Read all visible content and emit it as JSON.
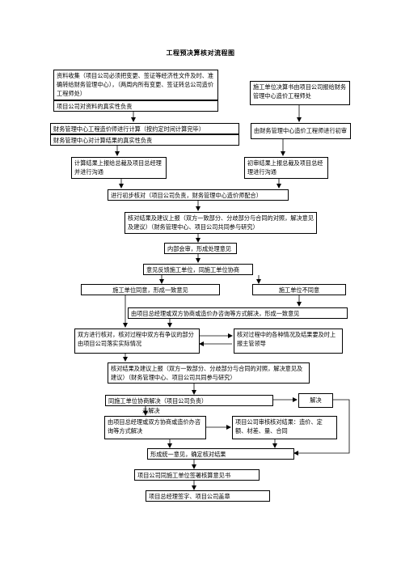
{
  "title": "工程预决算核对流程图",
  "nodes": {
    "collect_materials": "资料收集（项目公司必须把变更、签证等经济性文件及时、准确转给财务管理中心），（两周内所有变更、签证转总公司造价工程师处）",
    "project_authenticity": "项目公司对资料的真实性负责",
    "contractor_submit": "施工单位决算书由项目公司报给财务管理中心造价工程师处",
    "finance_calc": "财务管理中心工程造价师进行计算（按约定时间计算完毕）",
    "finance_authenticity": "财务管理中心对计算结果的真实性负责",
    "finance_initial_review": "由财务管理中心造价工程师进行初审",
    "report_calc_result": "计算结果上报给总裁及项目总经理并进行沟通",
    "report_initial_review": "初审结果上报总裁及项目总经理进行沟通",
    "initial_check": "进行初步核对（项目公司负责，财务管理中心造价师配合）",
    "report_results_1": "核对结果及建议上报（双方一致部分、分歧部分与合同的对照，解决意见及建议）（财务管理中心、项目公司共同参与研究）",
    "internal_meeting": "内部会审，形成处理意见",
    "feedback_contractor": "意见反馈施工单位，同施工单位协商",
    "contractor_agree": "施工单位同意，形成一致意见",
    "contractor_disagree": "施工单位不同意",
    "gm_consult": "由项目总经理或双方协商或造价办咨询等方式解决，形成一致意见",
    "both_check": "双方进行核对，核对过程中双方有争议的部分由项目公司落实实际情况",
    "report_leaders": "核对过程中的各种情况及结果要及时上报主管领导",
    "report_results_2": "核对结果及建议上报（双方一致部分、分歧部分与合同的对照，解决意见及建议）（财务管理中心、项目公司共同参与研究）",
    "negotiate_again": "同施工单位协商解决（项目公司负责）",
    "resolved": "解决",
    "not_resolved": "未解决",
    "gm_consult_2": "由项目总经理或双方协商或造价办咨询等方式解决",
    "review_results": "项目公司审核核对结果：造价、定额、材差、量、合同",
    "final_opinion": "形成统一意见，确定核对结果",
    "sign_opinion": "项目公司同施工单位签署核算意见书",
    "gm_sign": "项目总经理签字、项目公司盖章"
  }
}
